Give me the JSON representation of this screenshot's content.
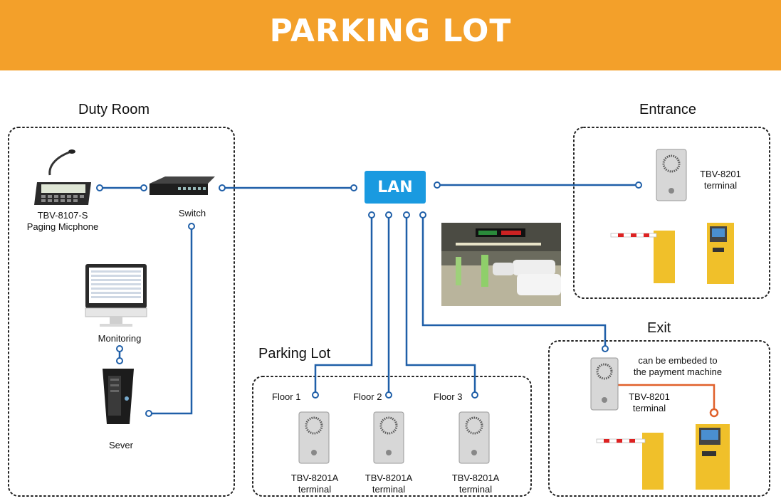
{
  "banner": {
    "title": "PARKING LOT"
  },
  "sections": {
    "duty_room": "Duty Room",
    "entrance": "Entrance",
    "exit": "Exit",
    "parking_lot": "Parking Lot"
  },
  "lan": {
    "label": "LAN"
  },
  "devices": {
    "paging_mic_line1": "TBV-8107-S",
    "paging_mic_line2": "Paging Micphone",
    "switch": "Switch",
    "monitoring": "Monitoring",
    "server": "Sever",
    "entrance_terminal_line1": "TBV-8201",
    "entrance_terminal_line2": "terminal",
    "exit_terminal_line1": "TBV-8201",
    "exit_terminal_line2": "terminal",
    "exit_note_line1": "can be embeded to",
    "exit_note_line2": "the payment machine"
  },
  "floors": [
    {
      "label": "Floor 1",
      "terminal_line1": "TBV-8201A",
      "terminal_line2": "terminal"
    },
    {
      "label": "Floor 2",
      "terminal_line1": "TBV-8201A",
      "terminal_line2": "terminal"
    },
    {
      "label": "Floor 3",
      "terminal_line1": "TBV-8201A",
      "terminal_line2": "terminal"
    }
  ],
  "colors": {
    "banner": "#f3a02a",
    "lan": "#1a9ae0",
    "network_line": "#1f5fa8",
    "payment_line": "#e0602a",
    "barrier": "#f0c02a"
  }
}
